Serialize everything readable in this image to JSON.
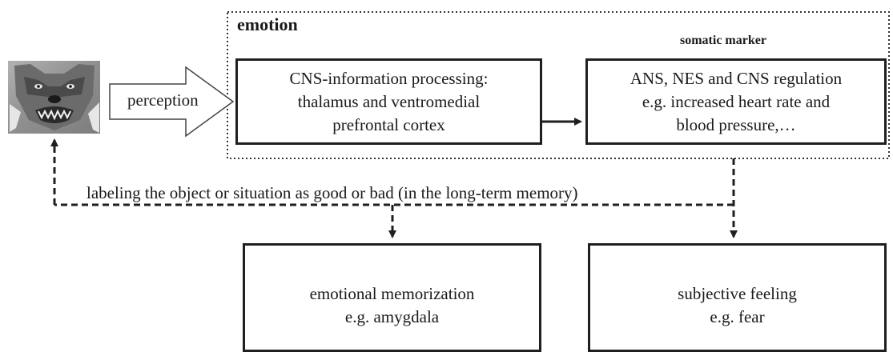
{
  "diagram": {
    "emotion_title": "emotion",
    "somatic_marker_title": "somatic marker",
    "perception_label": "perception",
    "cns_box": {
      "line1": "CNS-information processing:",
      "line2": "thalamus and ventromedial",
      "line3": "prefrontal cortex"
    },
    "ans_box": {
      "line1": "ANS, NES and CNS regulation",
      "line2": "e.g. increased heart rate and",
      "line3": "blood pressure,…"
    },
    "feedback_label": "labeling the object or situation as good or bad (in the long-term memory)",
    "memorization_box": {
      "line1": "emotional memorization",
      "line2": "e.g. amygdala"
    },
    "feeling_box": {
      "line1": "subjective feeling",
      "line2": "e.g. fear"
    },
    "stimulus_image": "snarling-wolf-photo"
  },
  "colors": {
    "line": "#1f1f1f",
    "dotted_border": "#333333",
    "background": "#ffffff"
  }
}
